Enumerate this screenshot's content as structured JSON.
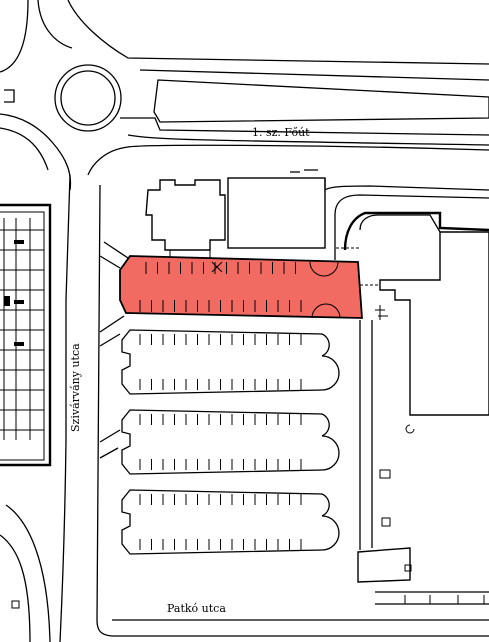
{
  "map": {
    "streets": {
      "main_road": "1. sz. Főút",
      "side_street": "Szivárvány utca",
      "bottom_street": "Patkó utca"
    },
    "highlight_color": "#f26b63"
  }
}
